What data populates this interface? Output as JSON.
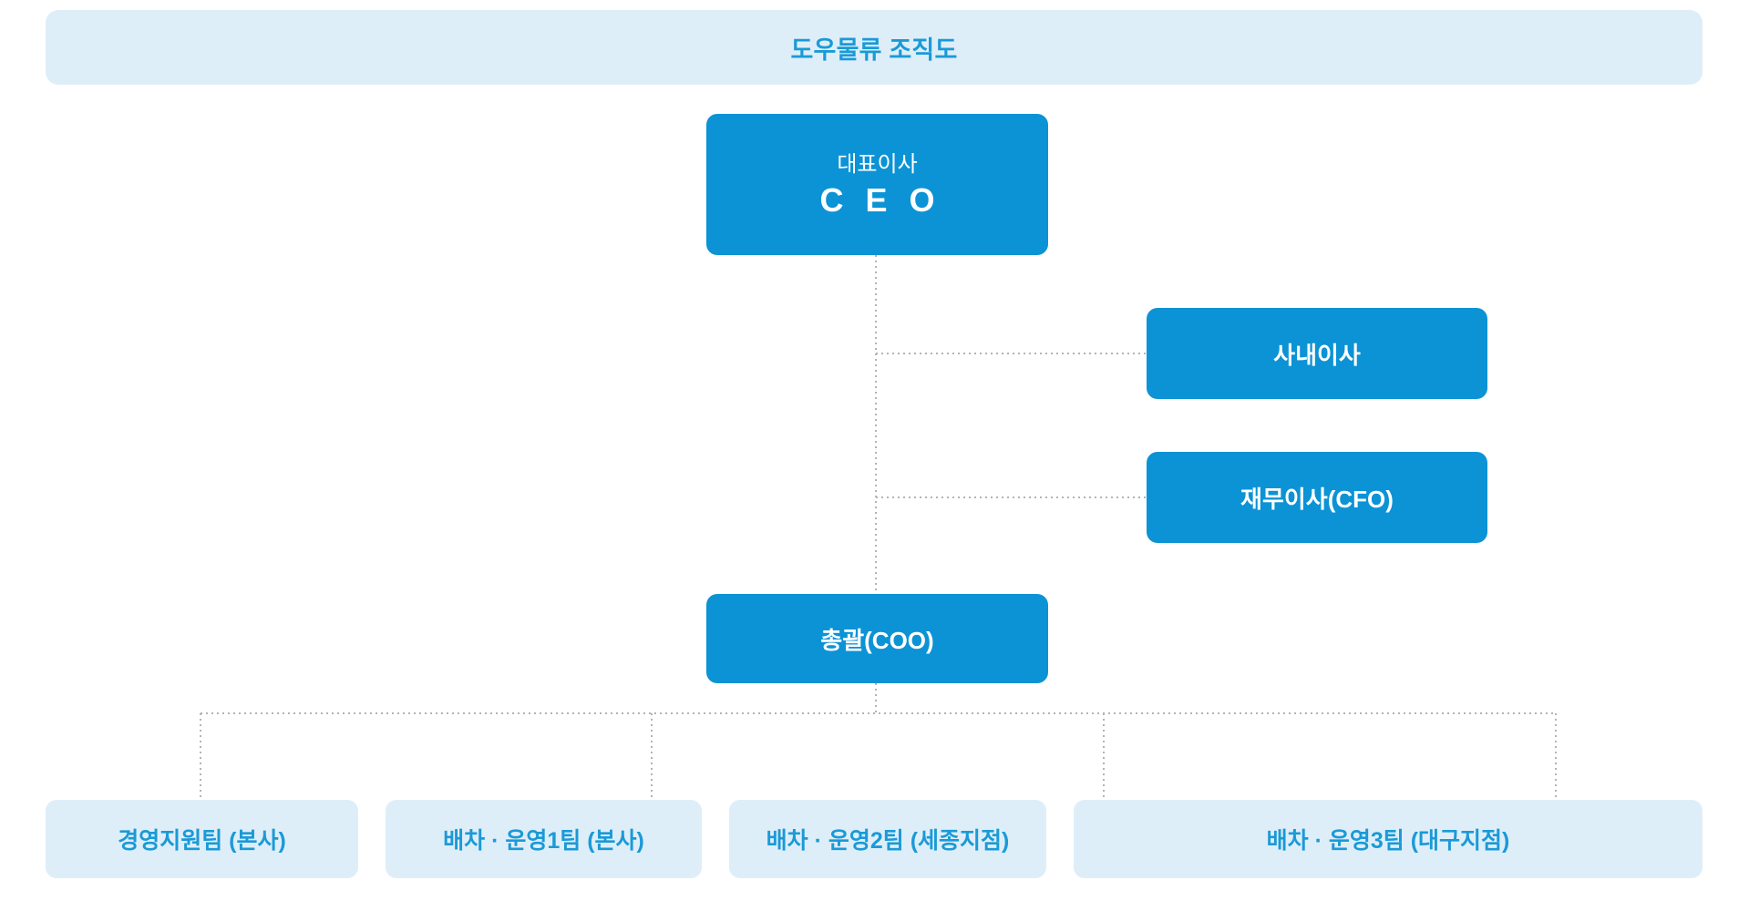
{
  "header": {
    "title": "도우물류 조직도"
  },
  "nodes": {
    "ceo": {
      "subtitle": "대표이사",
      "title": "C E O"
    },
    "director": {
      "title": "사내이사"
    },
    "cfo": {
      "title": "재무이사(CFO)"
    },
    "coo": {
      "title": "총괄(COO)"
    }
  },
  "teams": [
    {
      "label": "경영지원팀 (본사)"
    },
    {
      "label": "배차 · 운영1팀 (본사)"
    },
    {
      "label": "배차 · 운영2팀 (세종지점)"
    },
    {
      "label": "배차 · 운영3팀 (대구지점)"
    }
  ],
  "colors": {
    "node_fill": "#0b93d5",
    "soft_fill": "#deeef9",
    "accent_text": "#1a9ad7",
    "node_text": "#ffffff",
    "connector": "#b3b3b3",
    "background": "#ffffff"
  },
  "chart_data": {
    "type": "diagram",
    "title": "도우물류 조직도",
    "orientation": "top-down",
    "nodes": [
      {
        "id": "ceo",
        "label": "C E O",
        "sublabel": "대표이사",
        "level": 0,
        "style": "solid"
      },
      {
        "id": "director",
        "label": "사내이사",
        "level": 1,
        "style": "solid"
      },
      {
        "id": "cfo",
        "label": "재무이사(CFO)",
        "level": 1,
        "style": "solid"
      },
      {
        "id": "coo",
        "label": "총괄(COO)",
        "level": 1,
        "style": "solid"
      },
      {
        "id": "team1",
        "label": "경영지원팀 (본사)",
        "level": 2,
        "style": "soft"
      },
      {
        "id": "team2",
        "label": "배차 · 운영1팀 (본사)",
        "level": 2,
        "style": "soft"
      },
      {
        "id": "team3",
        "label": "배차 · 운영2팀 (세종지점)",
        "level": 2,
        "style": "soft"
      },
      {
        "id": "team4",
        "label": "배차 · 운영3팀 (대구지점)",
        "level": 2,
        "style": "soft"
      }
    ],
    "edges": [
      {
        "from": "ceo",
        "to": "director",
        "style": "dotted"
      },
      {
        "from": "ceo",
        "to": "cfo",
        "style": "dotted"
      },
      {
        "from": "ceo",
        "to": "coo",
        "style": "dotted"
      },
      {
        "from": "coo",
        "to": "team1",
        "style": "dotted"
      },
      {
        "from": "coo",
        "to": "team2",
        "style": "dotted"
      },
      {
        "from": "coo",
        "to": "team3",
        "style": "dotted"
      },
      {
        "from": "coo",
        "to": "team4",
        "style": "dotted"
      }
    ]
  }
}
